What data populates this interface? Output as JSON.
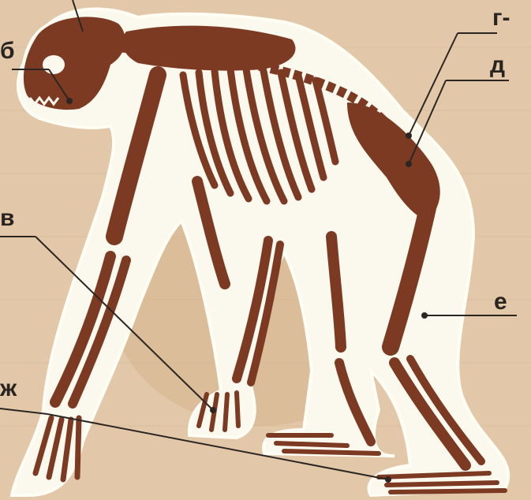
{
  "labels": {
    "b": "б",
    "v": "в",
    "g": "г-",
    "d": "д",
    "e": "е",
    "zh": "ж"
  },
  "colors": {
    "paper": "#e2c8a8",
    "silhouette": "#fbf8ee",
    "bone": "#7c3a22",
    "line": "#2b2622"
  }
}
